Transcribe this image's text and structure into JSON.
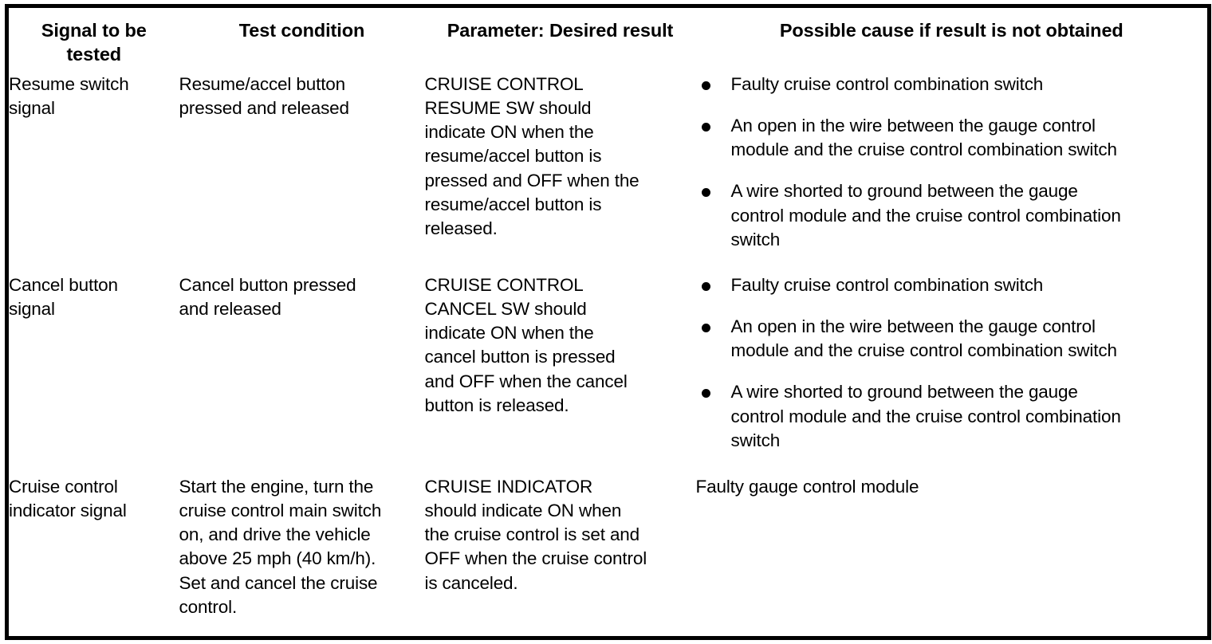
{
  "table": {
    "headers": [
      {
        "id": "signal",
        "label": "Signal to be tested",
        "lines": [
          "Signal to be",
          "tested"
        ]
      },
      {
        "id": "test-condition",
        "label": "Test condition",
        "lines": [
          "Test condition"
        ]
      },
      {
        "id": "parameter",
        "label": "Parameter: Desired result",
        "lines": [
          "Parameter: Desired result"
        ]
      },
      {
        "id": "possible-cause",
        "label": "Possible cause if result is not obtained",
        "lines": [
          "Possible cause if result is not obtained"
        ]
      }
    ],
    "rows": [
      {
        "id": "resume-switch-signal",
        "signal": {
          "text": "Resume switch signal",
          "lines": [
            "Resume switch",
            "signal"
          ]
        },
        "test_condition": {
          "text": "Resume/accel button pressed and released",
          "lines": [
            "Resume/accel button",
            "pressed and released"
          ]
        },
        "parameter": {
          "text": "CRUISE CONTROL RESUME SW should indicate ON when the resume/accel button is pressed and OFF when the resume/accel button is released.",
          "lines": [
            "CRUISE CONTROL",
            "RESUME SW should",
            "indicate ON when the",
            "resume/accel button is",
            "pressed and OFF when the",
            "resume/accel button is",
            "released."
          ]
        },
        "causes_bulleted": true,
        "causes": [
          {
            "text": "Faulty cruise control combination switch",
            "lines": [
              "Faulty cruise control combination switch"
            ]
          },
          {
            "text": "An open in the wire between the gauge control module and the cruise control combination switch",
            "lines": [
              "An open in the wire between the gauge control",
              "module and the cruise control combination switch"
            ]
          },
          {
            "text": "A wire shorted to ground between the gauge control module and the cruise control combination switch",
            "lines": [
              "A wire shorted to ground between the gauge",
              "control module and the cruise control combination",
              "switch"
            ]
          }
        ]
      },
      {
        "id": "cancel-button-signal",
        "signal": {
          "text": "Cancel button signal",
          "lines": [
            "Cancel button",
            "signal"
          ]
        },
        "test_condition": {
          "text": "Cancel button pressed and released",
          "lines": [
            "Cancel button pressed",
            "and released"
          ]
        },
        "parameter": {
          "text": "CRUISE CONTROL CANCEL SW should indicate ON when the cancel button is pressed and OFF when the cancel button is released.",
          "lines": [
            "CRUISE CONTROL",
            "CANCEL SW should",
            "indicate ON when the",
            "cancel button is pressed",
            "and OFF when the cancel",
            "button is released."
          ]
        },
        "causes_bulleted": true,
        "causes": [
          {
            "text": "Faulty cruise control combination switch",
            "lines": [
              "Faulty cruise control combination switch"
            ]
          },
          {
            "text": "An open in the wire between the gauge control module and the cruise control combination switch",
            "lines": [
              "An open in the wire between the gauge control",
              "module and the cruise control combination switch"
            ]
          },
          {
            "text": "A wire shorted to ground between the gauge control module and the cruise control combination switch",
            "lines": [
              "A wire shorted to ground between the gauge",
              "control module and the cruise control combination",
              "switch"
            ]
          }
        ]
      },
      {
        "id": "cruise-control-indicator-signal",
        "signal": {
          "text": "Cruise control indicator signal",
          "lines": [
            "Cruise control",
            "indicator signal"
          ]
        },
        "test_condition": {
          "text": "Start the engine, turn the cruise control main switch on, and drive the vehicle above 25 mph (40 km/h). Set and cancel the cruise control.",
          "lines": [
            "Start the engine, turn the",
            "cruise control main switch",
            "on, and drive the vehicle",
            "above 25 mph (40 km/h).",
            "Set and cancel the cruise",
            "control."
          ]
        },
        "parameter": {
          "text": "CRUISE INDICATOR should indicate ON when the cruise control is set and OFF when the cruise control is canceled.",
          "lines": [
            "CRUISE INDICATOR",
            "should indicate ON when",
            "the cruise control is set and",
            "OFF when the cruise control",
            "is canceled."
          ]
        },
        "causes_bulleted": false,
        "causes": [
          {
            "text": "Faulty gauge control module",
            "lines": [
              "Faulty gauge control module"
            ]
          }
        ]
      }
    ]
  },
  "style": {
    "text_color": "#000000",
    "background_color": "#ffffff",
    "rule_color": "#000000",
    "bullet_glyph": "filled-circle"
  }
}
